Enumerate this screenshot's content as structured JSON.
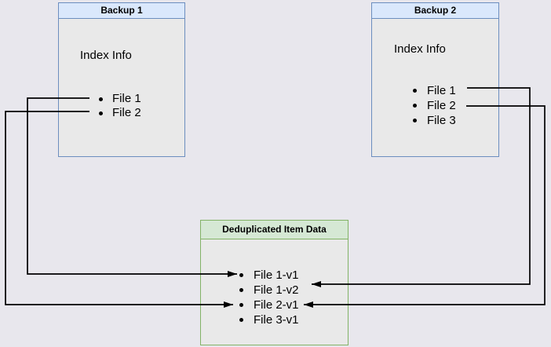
{
  "diagram": {
    "backup1": {
      "title": "Backup 1",
      "info_label": "Index Info",
      "files": [
        "File 1",
        "File 2"
      ]
    },
    "backup2": {
      "title": "Backup 2",
      "info_label": "Index Info",
      "files": [
        "File 1",
        "File 2",
        "File 3"
      ]
    },
    "dedup": {
      "title": "Deduplicated Item Data",
      "items": [
        "File 1-v1",
        "File 1-v2",
        "File 2-v1",
        "File 3-v1"
      ]
    },
    "links": [
      {
        "from": "Backup 1 / File 1",
        "to": "File 1-v1"
      },
      {
        "from": "Backup 1 / File 2",
        "to": "File 2-v1"
      },
      {
        "from": "Backup 2 / File 1",
        "to": "File 1-v2"
      },
      {
        "from": "Backup 2 / File 2",
        "to": "File 2-v1"
      }
    ],
    "colors": {
      "background": "#e8e7ed",
      "box_body_fill": "#e9e9e9",
      "blue_header_fill": "#dae8fc",
      "blue_border": "#6c8ebf",
      "green_header_fill": "#d5e8d4",
      "green_border": "#82b366",
      "connector": "#000000"
    }
  }
}
